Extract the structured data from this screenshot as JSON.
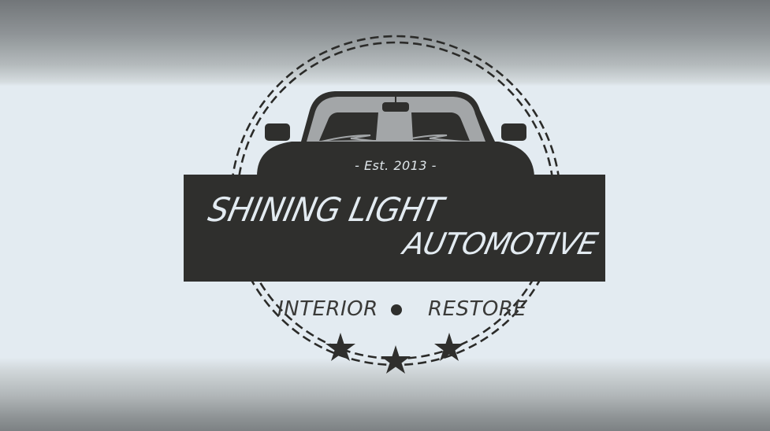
{
  "logo": {
    "established": "- Est. 2013 -",
    "brand_line1": "SHINING LIGHT",
    "brand_line2": "AUTOMOTIVE",
    "services": {
      "left": "INTERIOR",
      "right": "RESTORE"
    },
    "stars_count": 3,
    "icons": {
      "car": "car-front-silhouette-icon",
      "badge": "dashed-double-circle",
      "separator": "bullet-dot",
      "stars": "star-icon"
    }
  },
  "colors": {
    "dark": "#2f2f2d",
    "light": "#e3ebf1",
    "windshield": "#a3a6a8",
    "background_edge": "#727679"
  }
}
